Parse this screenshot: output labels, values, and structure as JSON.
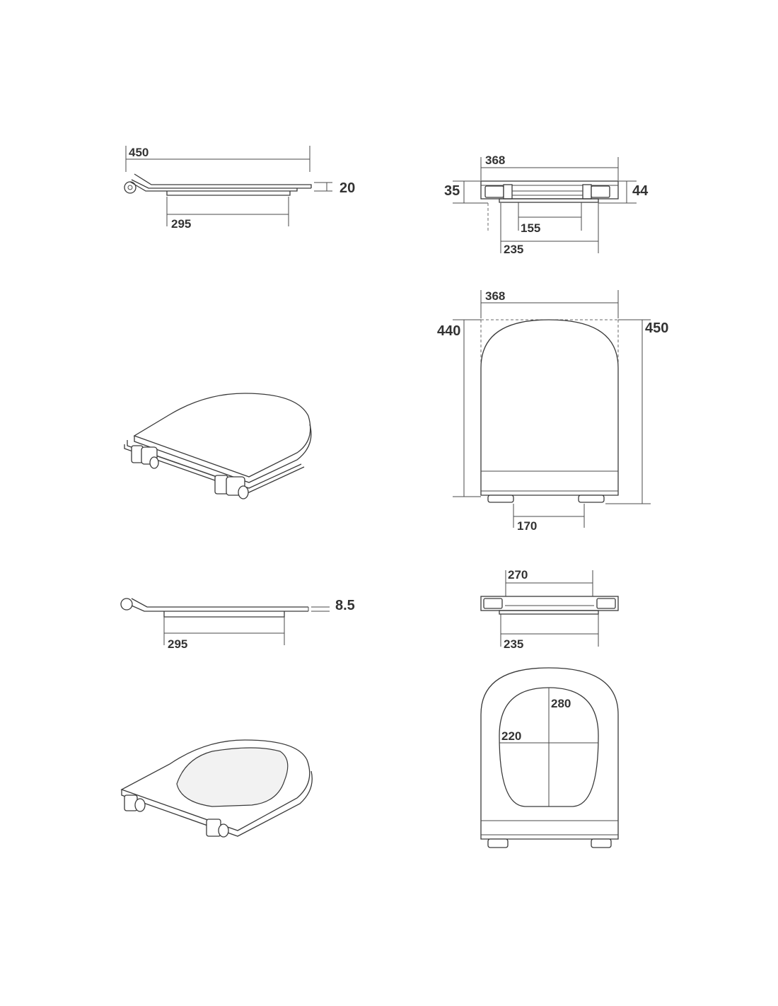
{
  "views": {
    "closed_side": {
      "length": "450",
      "thickness": "20",
      "bottom": "295"
    },
    "closed_rear": {
      "width": "368",
      "left_height": "35",
      "right_height": "44",
      "inner": "155",
      "base": "235"
    },
    "top": {
      "width": "368",
      "left_length": "440",
      "right_length": "450",
      "hinge_spacing": "170"
    },
    "seat_side": {
      "thickness": "8.5",
      "bottom": "295"
    },
    "seat_rear": {
      "opening": "270",
      "base": "235"
    },
    "seat_top": {
      "opening_length": "280",
      "opening_width": "220"
    }
  }
}
